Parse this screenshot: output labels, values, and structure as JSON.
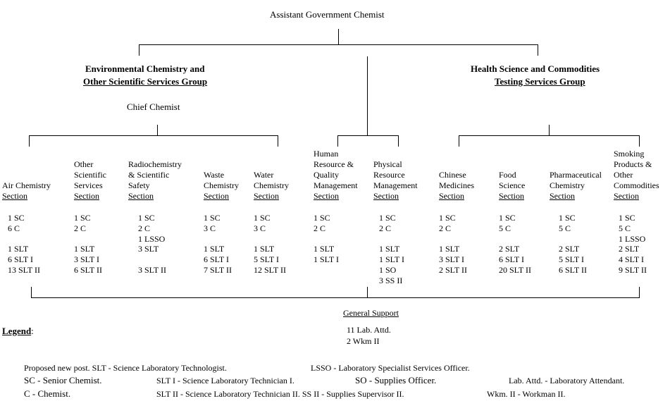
{
  "top": {
    "title": "Assistant Government Chemist"
  },
  "groups": {
    "left": {
      "line1": "Environmental Chemistry and",
      "line2": "Other Scientific Services Group",
      "head": "Chief Chemist"
    },
    "right": {
      "line1": "Health Science and Commodities",
      "line2": "Testing Services Group"
    }
  },
  "sections": [
    {
      "lines": [
        "Air Chemistry"
      ],
      "last": "Section",
      "staff1": [
        "1 SC",
        "6 C"
      ],
      "staff2": [
        "1 SLT",
        "6 SLT I",
        "13 SLT II"
      ]
    },
    {
      "lines": [
        "Other",
        "Scientific",
        "Services"
      ],
      "last": "Section",
      "staff1": [
        "1 SC",
        "2 C"
      ],
      "staff2": [
        "1 SLT",
        "3 SLT I",
        "6 SLT II"
      ]
    },
    {
      "lines": [
        "Radiochemistry",
        "& Scientific",
        "Safety"
      ],
      "last": "Section",
      "staff1": [
        "1 SC",
        "2 C",
        "1 LSSO"
      ],
      "staff2": [
        "3 SLT",
        "",
        "3 SLT II"
      ]
    },
    {
      "lines": [
        "Waste",
        "Chemistry"
      ],
      "last": "Section",
      "staff1": [
        "1 SC",
        "3 C"
      ],
      "staff2": [
        "1 SLT",
        "6 SLT I",
        "7 SLT II"
      ]
    },
    {
      "lines": [
        "Water",
        "Chemistry"
      ],
      "last": "Section",
      "staff1": [
        "1 SC",
        "3 C"
      ],
      "staff2": [
        "1 SLT",
        "5 SLT I",
        "12 SLT II"
      ]
    },
    {
      "lines": [
        "Human",
        "Resource &",
        "Quality",
        "Management"
      ],
      "last": "Section",
      "staff1": [
        "1 SC",
        "2 C"
      ],
      "staff2": [
        "1 SLT",
        "1 SLT I"
      ]
    },
    {
      "lines": [
        "Physical",
        "Resource",
        "Management"
      ],
      "last": "Section",
      "staff1": [
        "1 SC",
        "2 C"
      ],
      "staff2": [
        "1 SLT",
        "1 SLT I",
        "1 SO",
        "3 SS II"
      ]
    },
    {
      "lines": [
        "Chinese",
        "Medicines"
      ],
      "last": "Section",
      "staff1": [
        "1 SC",
        "2 C"
      ],
      "staff2": [
        "1 SLT",
        "3 SLT I",
        "2 SLT II"
      ]
    },
    {
      "lines": [
        "Food",
        "Science"
      ],
      "last": "Section",
      "staff1": [
        "1 SC",
        "5 C"
      ],
      "staff2": [
        "2 SLT",
        "6 SLT I",
        "20 SLT II"
      ]
    },
    {
      "lines": [
        "Pharmaceutical",
        "Chemistry"
      ],
      "last": "Section",
      "staff1": [
        "1 SC",
        "5 C"
      ],
      "staff2": [
        "2 SLT",
        "5 SLT I",
        "6 SLT II"
      ]
    },
    {
      "lines": [
        "Smoking",
        "Products &",
        "Other",
        "Commodities"
      ],
      "last": "Section",
      "staff1": [
        "1 SC",
        "5 C",
        "1 LSSO"
      ],
      "staff2": [
        "2 SLT",
        "4 SLT I",
        "9 SLT II"
      ]
    }
  ],
  "general_support": {
    "title": "General Support",
    "staff": [
      "11 Lab. Attd.",
      "2 Wkm II"
    ]
  },
  "legend": {
    "title": "Legend",
    "colon": ":",
    "items": {
      "proposed": "Proposed new post. SLT - Science Laboratory Technologist.",
      "lsso": "LSSO - Laboratory Specialist Services Officer.",
      "sc": "SC - Senior Chemist.",
      "slt1": "SLT I - Science Laboratory Technician I.",
      "so": "SO - Supplies Officer.",
      "labattd": "Lab. Attd. - Laboratory Attendant.",
      "c": "C - Chemist.",
      "slt2": "SLT II - Science Laboratory Technician II. SS II - Supplies Supervisor II.",
      "wkm": "Wkm. II - Workman II."
    }
  }
}
